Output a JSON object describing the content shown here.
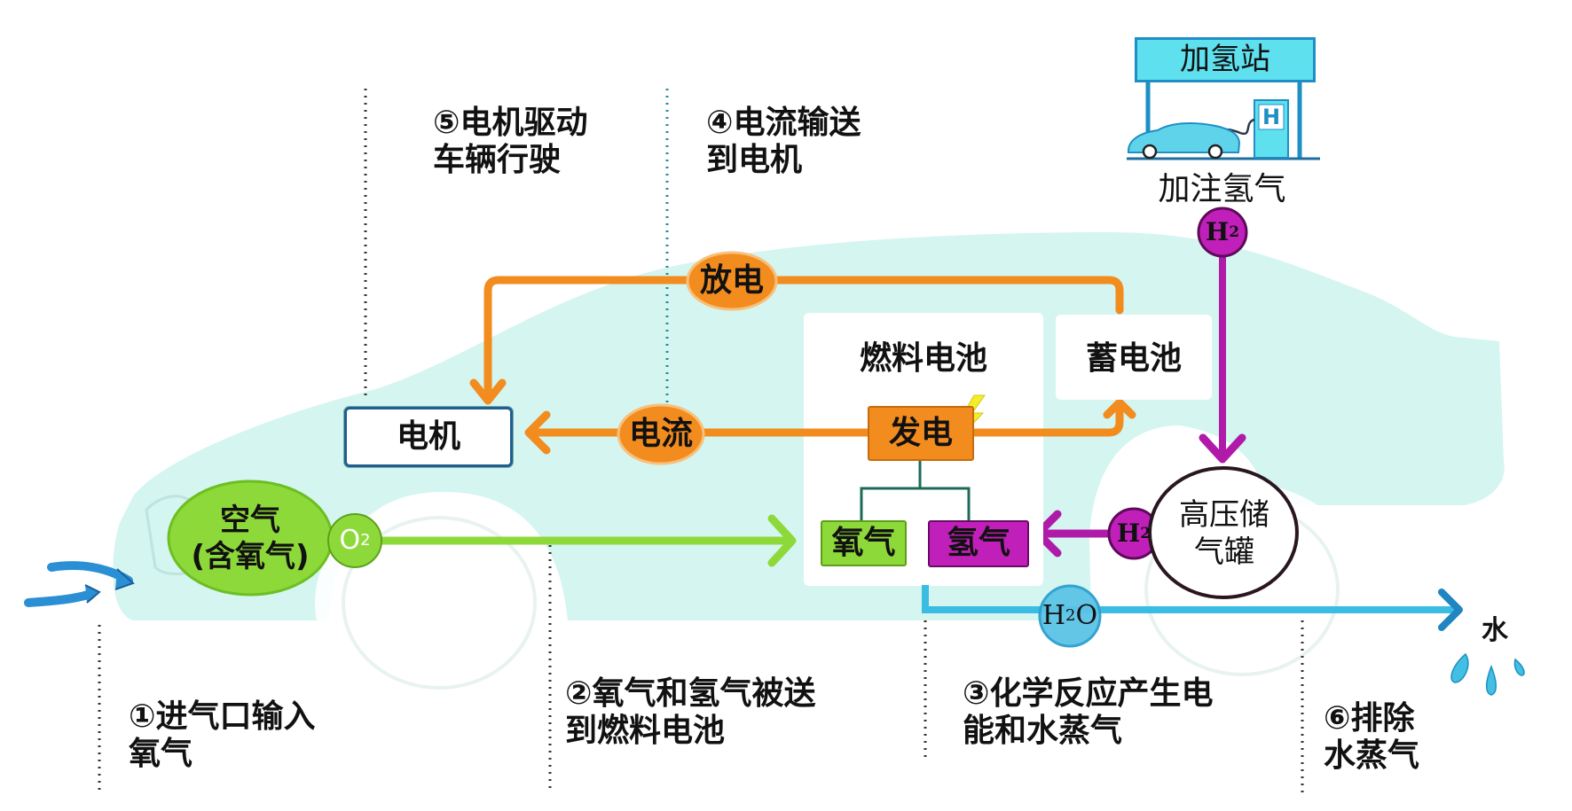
{
  "title": "氢燃料电池汽车工作原理",
  "colors": {
    "car_body": "#d4f5f0",
    "orange_flow": "#f28c1e",
    "green_flow": "#8ed93a",
    "purple_flow": "#b01aa8",
    "water_flow": "#3bbde3",
    "station_sign": "#5fe0ef"
  },
  "station": {
    "sign": "加氢站",
    "pump_letter": "H",
    "caption": "加注氢气"
  },
  "steps": [
    {
      "id": 1,
      "line1": "①进气口输入",
      "line2": "氧气"
    },
    {
      "id": 2,
      "line1": "②氧气和氢气被送",
      "line2": "到燃料电池"
    },
    {
      "id": 3,
      "line1": "③化学反应产生电",
      "line2": "能和水蒸气"
    },
    {
      "id": 4,
      "line1": "④电流输送",
      "line2": "到电机"
    },
    {
      "id": 5,
      "line1": "⑤电机驱动",
      "line2": "车辆行驶"
    },
    {
      "id": 6,
      "line1": "⑥排除",
      "line2": "水蒸气"
    }
  ],
  "components": {
    "motor": "电机",
    "fuel_cell": "燃料电池",
    "battery": "蓄电池",
    "generate": "发电",
    "oxygen": "氧气",
    "hydrogen": "氢气",
    "tank_line1": "高压储",
    "tank_line2": "气罐",
    "air_line1": "空气",
    "air_line2": "(含氧气)",
    "water": "水"
  },
  "flow_labels": {
    "discharge": "放电",
    "current": "电流",
    "o2_main": "O",
    "o2_sub": "2",
    "h2_main": "H",
    "h2_sub": "2",
    "h2o_h": "H",
    "h2o_sub": "2",
    "h2o_o": "O"
  }
}
